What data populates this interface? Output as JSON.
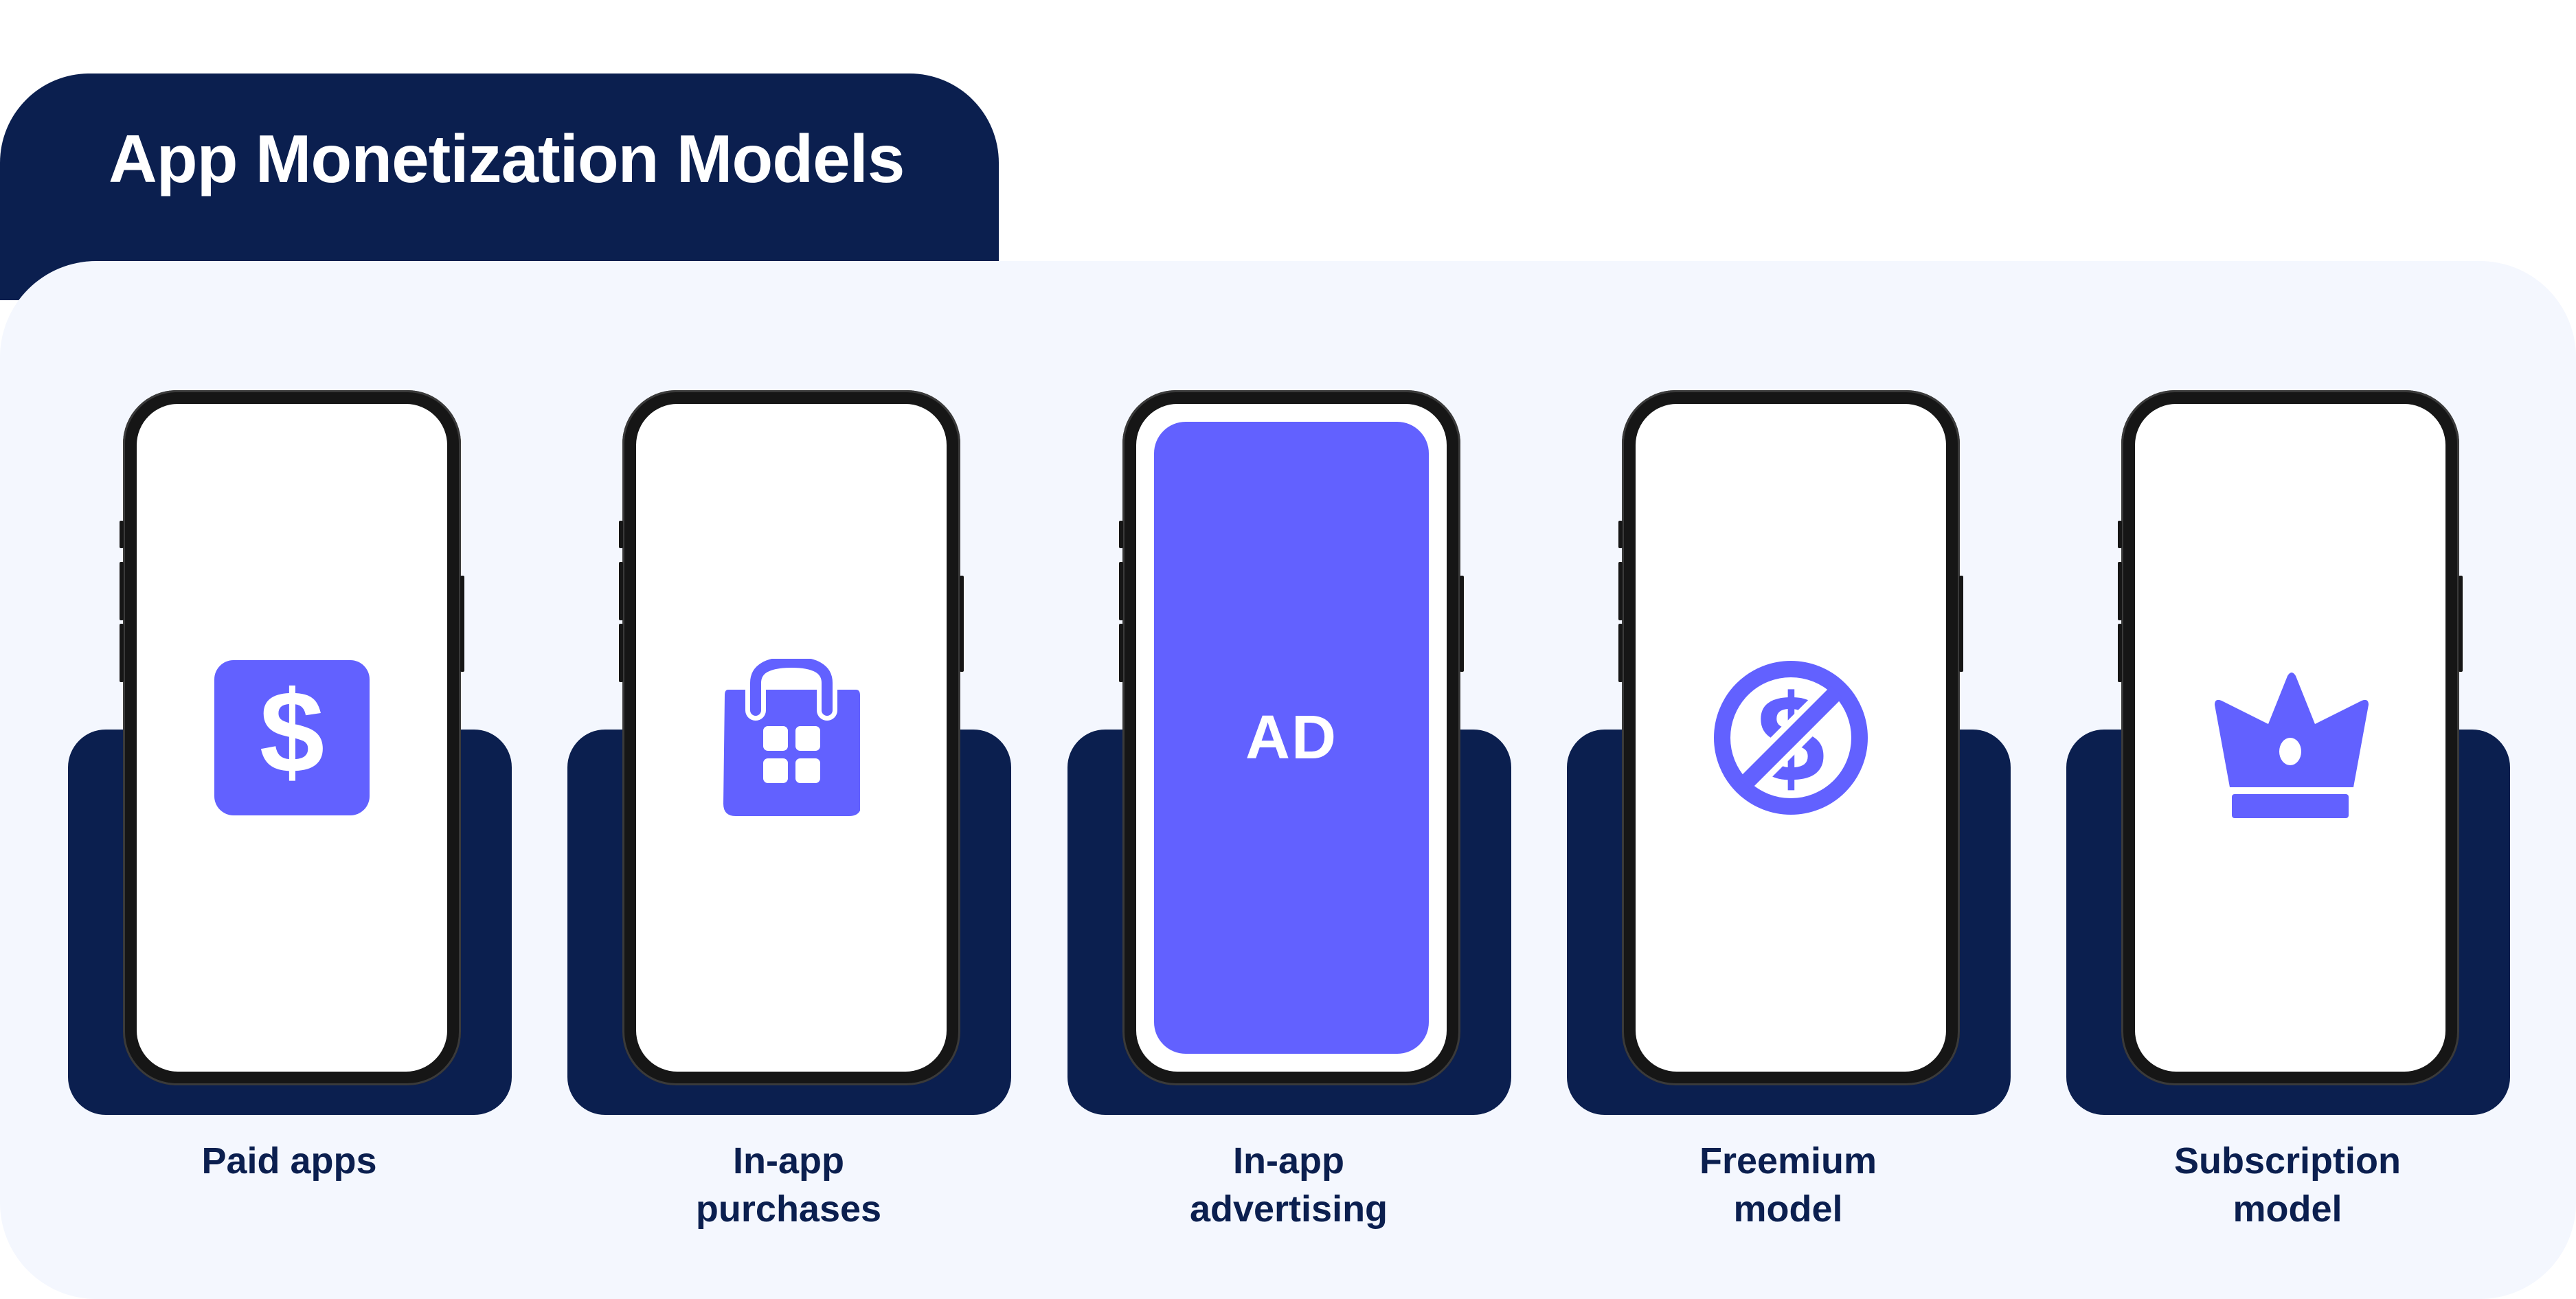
{
  "title": "App Monetization Models",
  "colors": {
    "navy": "#0b1f4f",
    "accent": "#6261ff",
    "panel_bg": "#f4f7fe",
    "phone_frame": "#161616",
    "screen": "#ffffff"
  },
  "models": [
    {
      "label_line1": "Paid apps",
      "label_line2": "",
      "icon": "dollar-bill-icon"
    },
    {
      "label_line1": "In-app",
      "label_line2": "purchases",
      "icon": "shopping-bag-icon"
    },
    {
      "label_line1": "In-app",
      "label_line2": "advertising",
      "icon": "ad-screen",
      "screen_text": "AD"
    },
    {
      "label_line1": "Freemium",
      "label_line2": "model",
      "icon": "no-dollar-icon"
    },
    {
      "label_line1": "Subscription",
      "label_line2": "model",
      "icon": "crown-icon"
    }
  ]
}
